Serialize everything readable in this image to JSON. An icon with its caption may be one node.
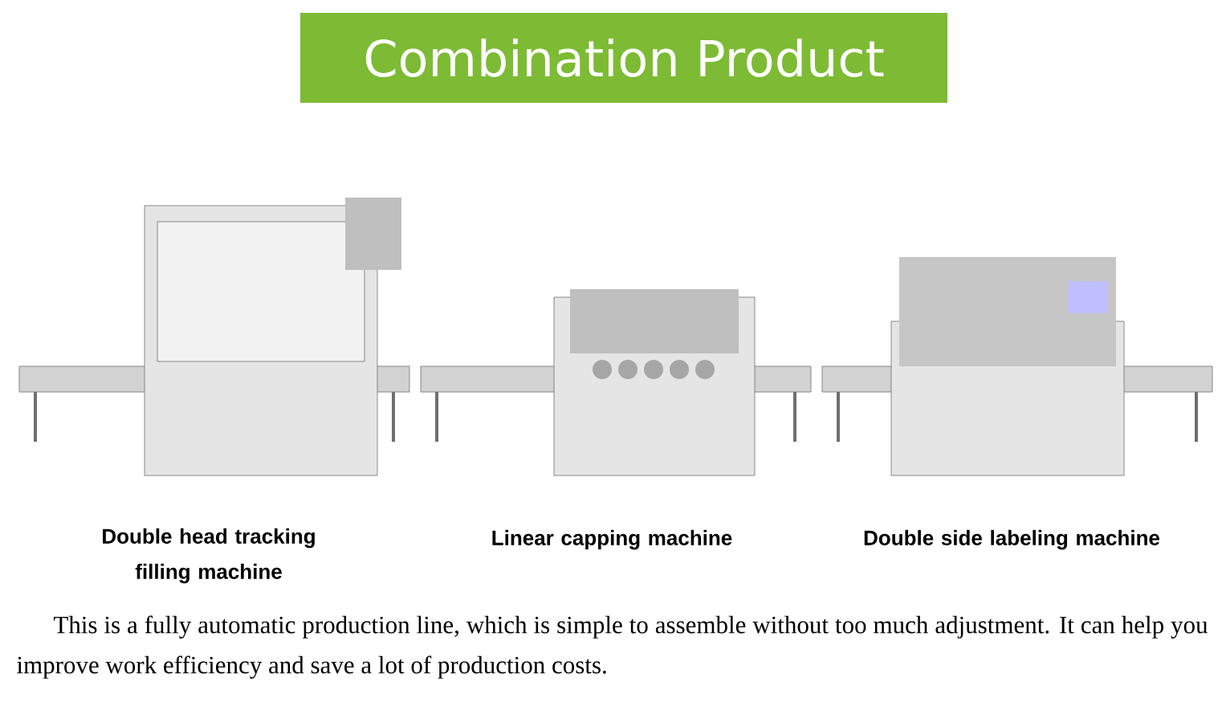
{
  "diagram": {
    "title": "Combination Product",
    "labels": [
      "Double head tracking filling machine",
      "Linear capping machine",
      "Double side labeling machine",
      "This is a fully automatic production line, which is simple to assemble without too much adjustment. It can help you improve work efficiency and save a lot of production costs."
    ]
  }
}
